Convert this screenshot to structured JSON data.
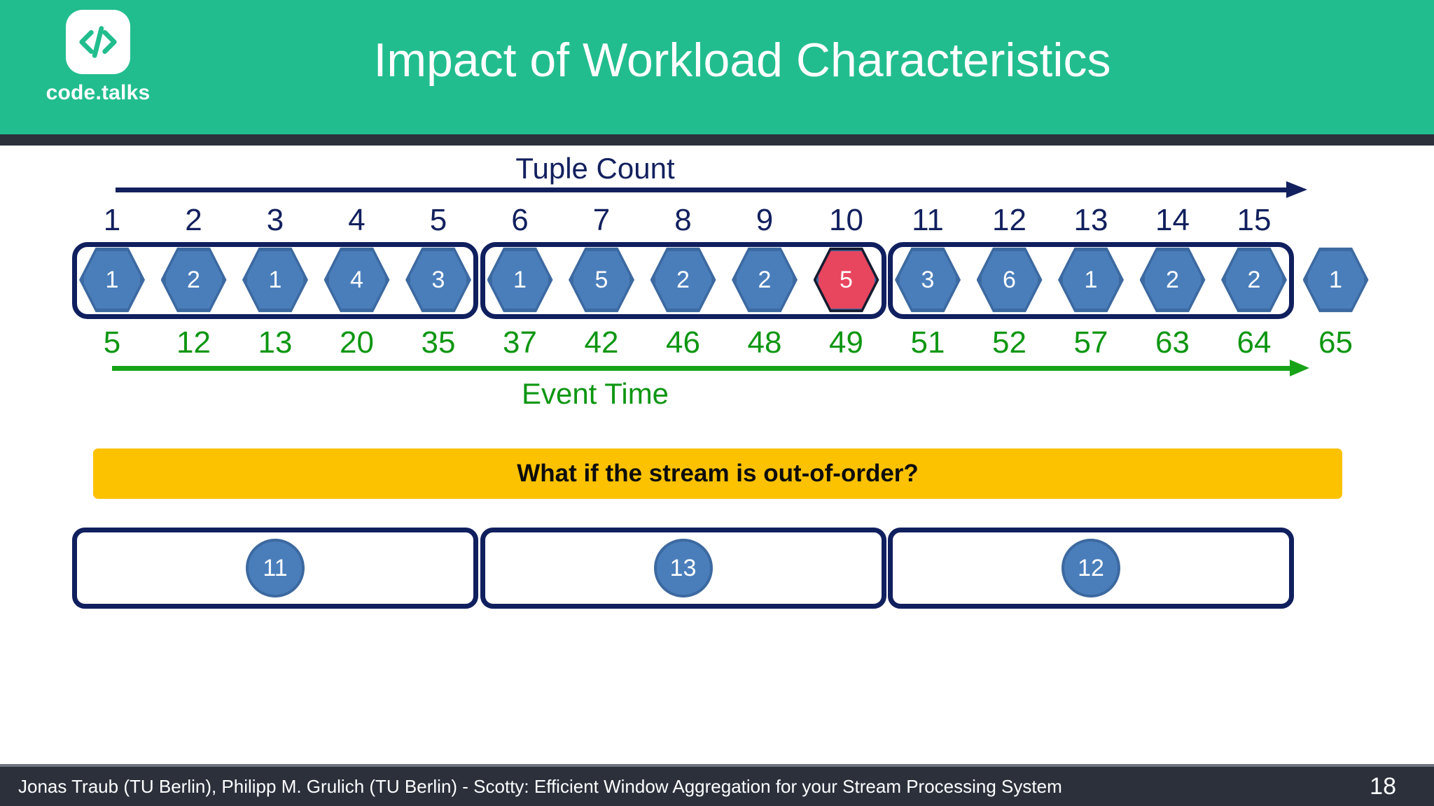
{
  "header": {
    "title": "Impact of Workload Characteristics",
    "logo_text": "code.talks",
    "brand_color": "#22bd8e",
    "bar_color": "#2b303b"
  },
  "chart_data": {
    "type": "diagram",
    "title": "Impact of Workload Characteristics",
    "top_axis_label": "Tuple Count",
    "bottom_axis_label": "Event Time",
    "tuple_counts": [
      1,
      2,
      3,
      4,
      5,
      6,
      7,
      8,
      9,
      10,
      11,
      12,
      13,
      14,
      15
    ],
    "event_times": [
      5,
      12,
      13,
      20,
      35,
      37,
      42,
      46,
      48,
      49,
      51,
      52,
      57,
      63,
      64,
      65
    ],
    "tuples": [
      {
        "value": 1,
        "highlighted": false
      },
      {
        "value": 2,
        "highlighted": false
      },
      {
        "value": 1,
        "highlighted": false
      },
      {
        "value": 4,
        "highlighted": false
      },
      {
        "value": 3,
        "highlighted": false
      },
      {
        "value": 1,
        "highlighted": false
      },
      {
        "value": 5,
        "highlighted": false
      },
      {
        "value": 2,
        "highlighted": false
      },
      {
        "value": 2,
        "highlighted": false
      },
      {
        "value": 5,
        "highlighted": true
      },
      {
        "value": 3,
        "highlighted": false
      },
      {
        "value": 6,
        "highlighted": false
      },
      {
        "value": 1,
        "highlighted": false
      },
      {
        "value": 2,
        "highlighted": false
      },
      {
        "value": 2,
        "highlighted": false
      },
      {
        "value": 1,
        "highlighted": false
      }
    ],
    "windows": [
      {
        "start_index": 0,
        "end_index": 4
      },
      {
        "start_index": 5,
        "end_index": 9
      },
      {
        "start_index": 10,
        "end_index": 14
      }
    ],
    "window_results": [
      11,
      13,
      12
    ],
    "colors": {
      "tuple_fill": "#4a7ebb",
      "tuple_stroke": "#3c69a0",
      "highlight_fill": "#e8455f",
      "highlight_stroke": "#141c30",
      "window_border": "#101f5e",
      "tuple_axis": "#12205e",
      "event_axis": "#17a317",
      "event_text": "#0d9612"
    }
  },
  "banner": {
    "text": "What if the stream is out-of-order?",
    "background": "#fcc200"
  },
  "footer": {
    "citation": "Jonas Traub (TU Berlin), Philipp M. Grulich (TU Berlin) - Scotty: Efficient Window Aggregation for your Stream Processing System",
    "page_number": "18"
  }
}
